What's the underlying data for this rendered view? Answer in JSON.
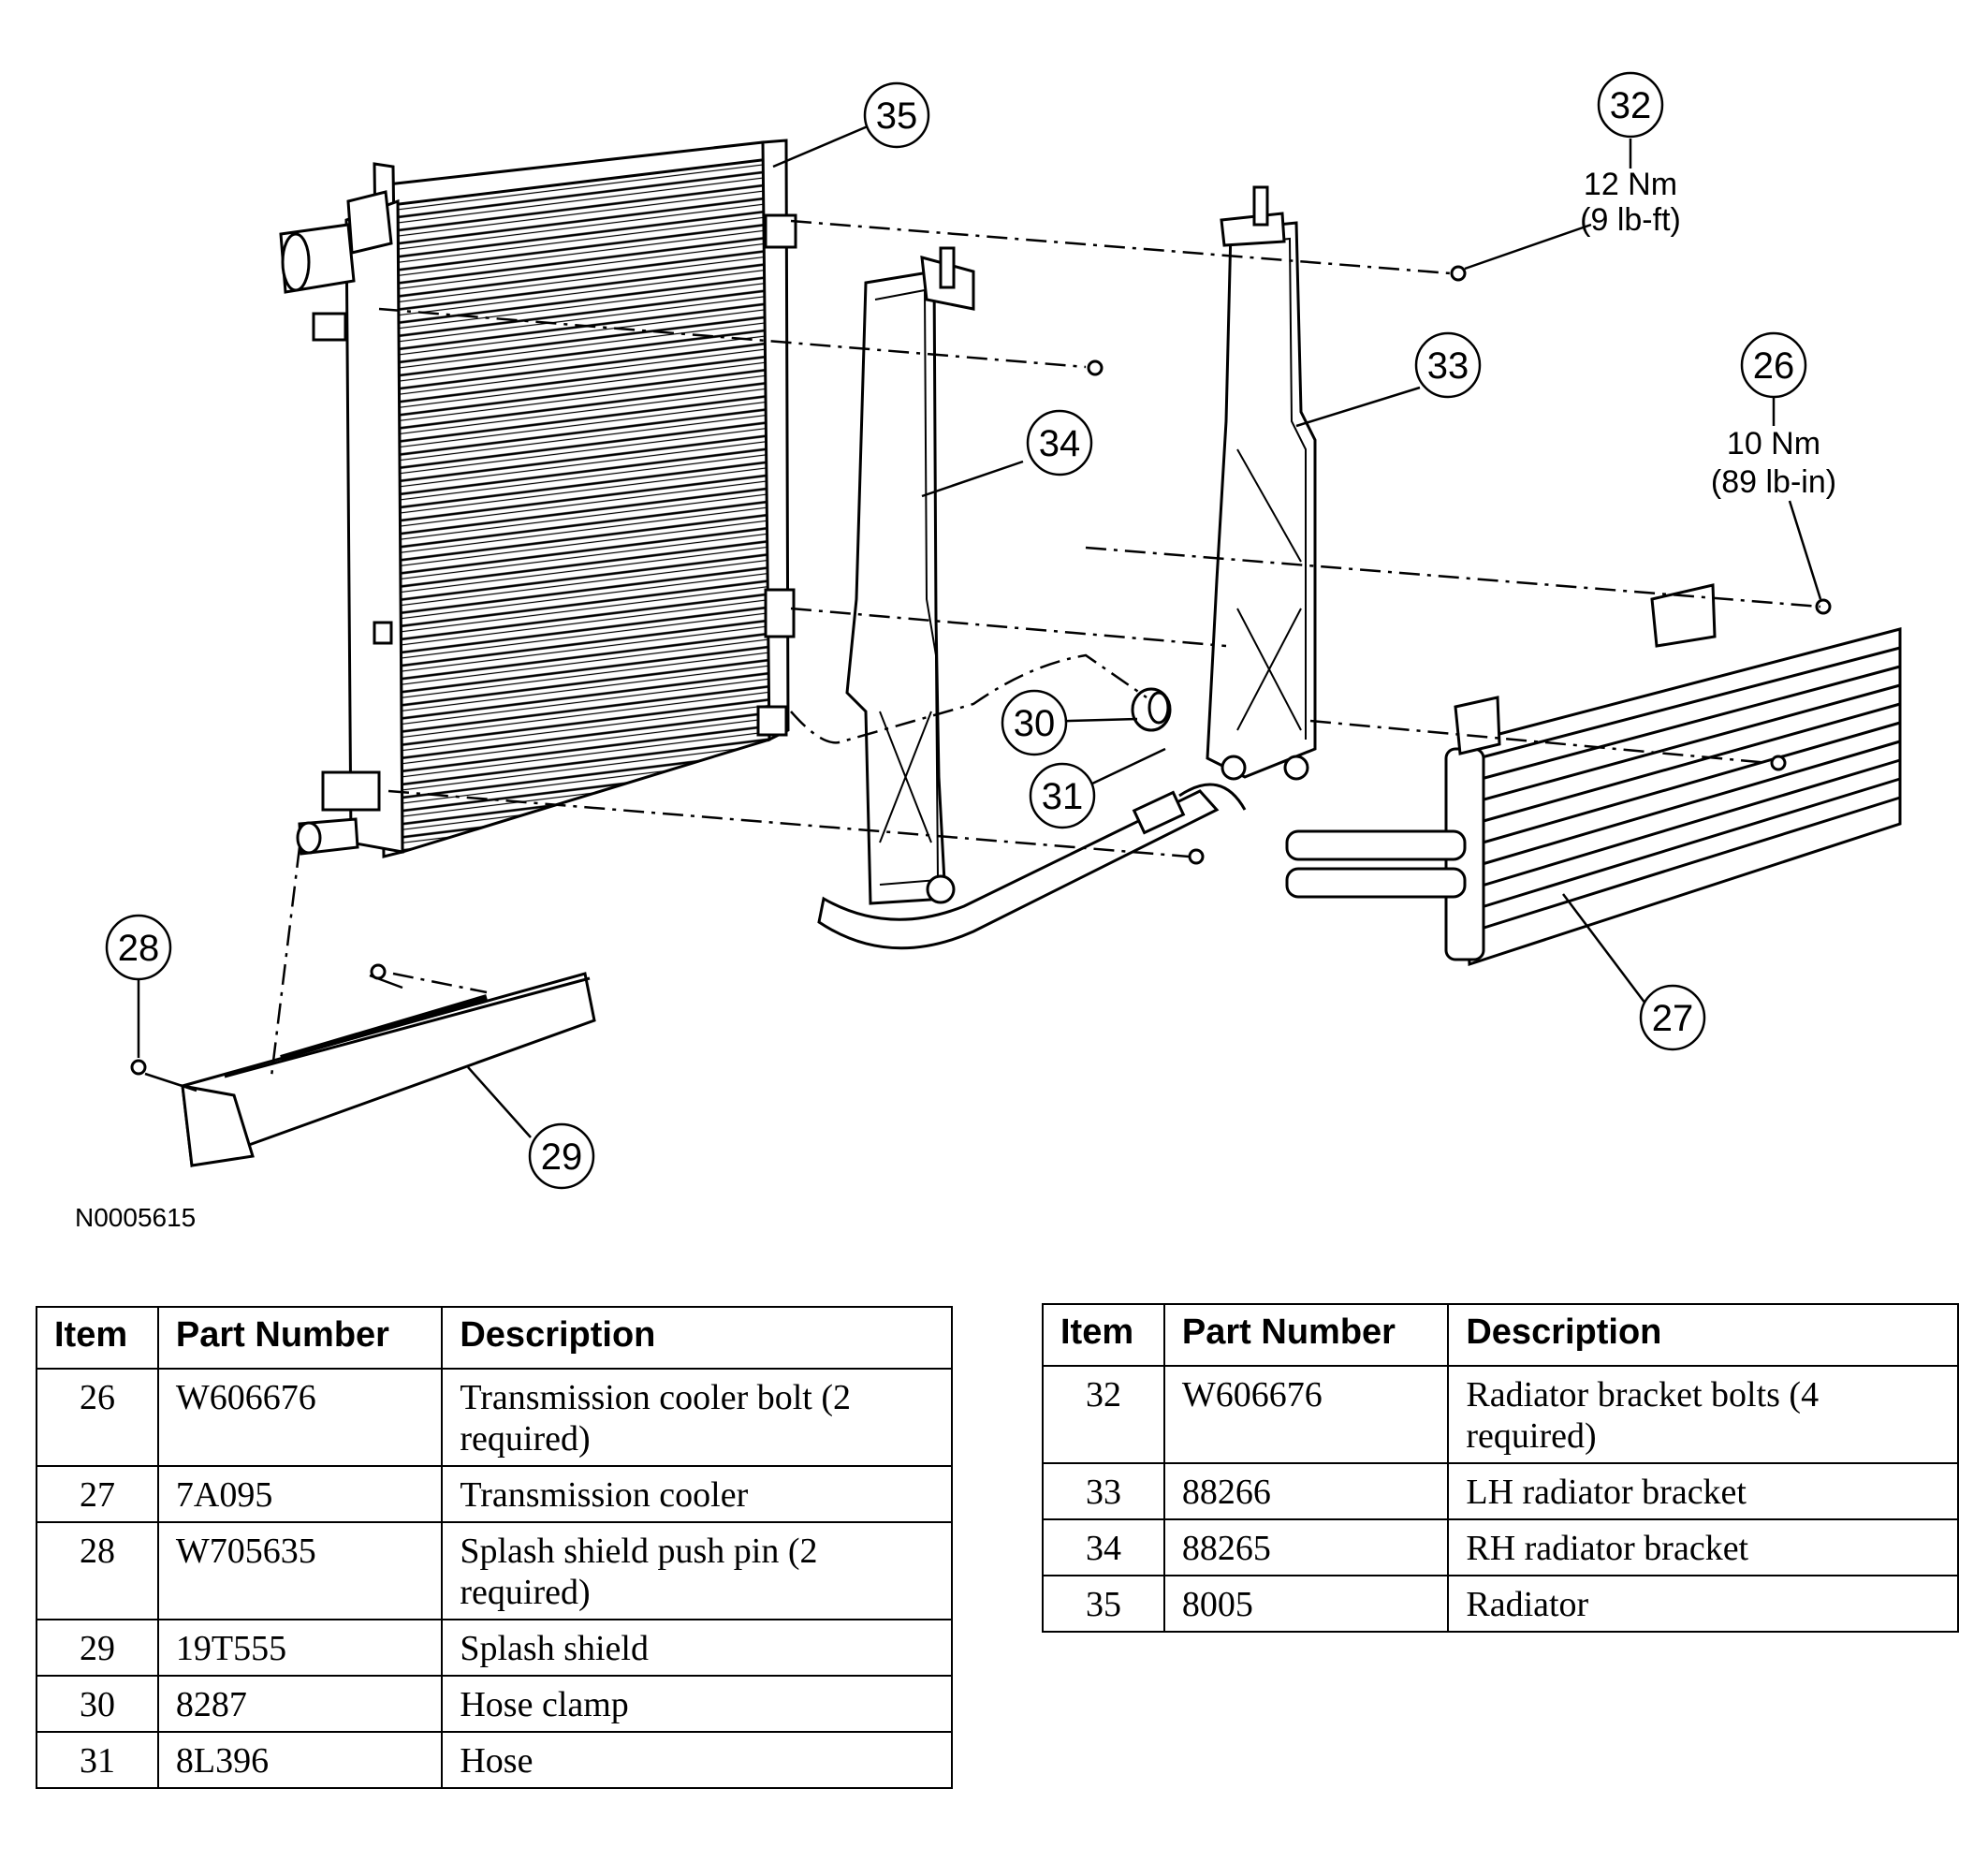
{
  "figure_id": "N0005615",
  "callouts": {
    "c26": "26",
    "c27": "27",
    "c28": "28",
    "c29": "29",
    "c30": "30",
    "c31": "31",
    "c32": "32",
    "c33": "33",
    "c34": "34",
    "c35": "35"
  },
  "torque": {
    "t32_nm": "12 Nm",
    "t32_imp": "(9 lb-ft)",
    "t26_nm": "10 Nm",
    "t26_imp": "(89 lb-in)"
  },
  "table_headers": {
    "item": "Item",
    "part_number": "Part Number",
    "description": "Description"
  },
  "parts_left": [
    {
      "item": "26",
      "part": "W606676",
      "desc": "Transmission cooler bolt (2 required)"
    },
    {
      "item": "27",
      "part": "7A095",
      "desc": "Transmission cooler"
    },
    {
      "item": "28",
      "part": "W705635",
      "desc": "Splash shield push pin (2 required)"
    },
    {
      "item": "29",
      "part": "19T555",
      "desc": "Splash shield"
    },
    {
      "item": "30",
      "part": "8287",
      "desc": "Hose clamp"
    },
    {
      "item": "31",
      "part": "8L396",
      "desc": "Hose"
    }
  ],
  "parts_right": [
    {
      "item": "32",
      "part": "W606676",
      "desc": "Radiator bracket bolts (4 required)"
    },
    {
      "item": "33",
      "part": "88266",
      "desc": "LH radiator bracket"
    },
    {
      "item": "34",
      "part": "88265",
      "desc": "RH radiator bracket"
    },
    {
      "item": "35",
      "part": "8005",
      "desc": "Radiator"
    }
  ]
}
